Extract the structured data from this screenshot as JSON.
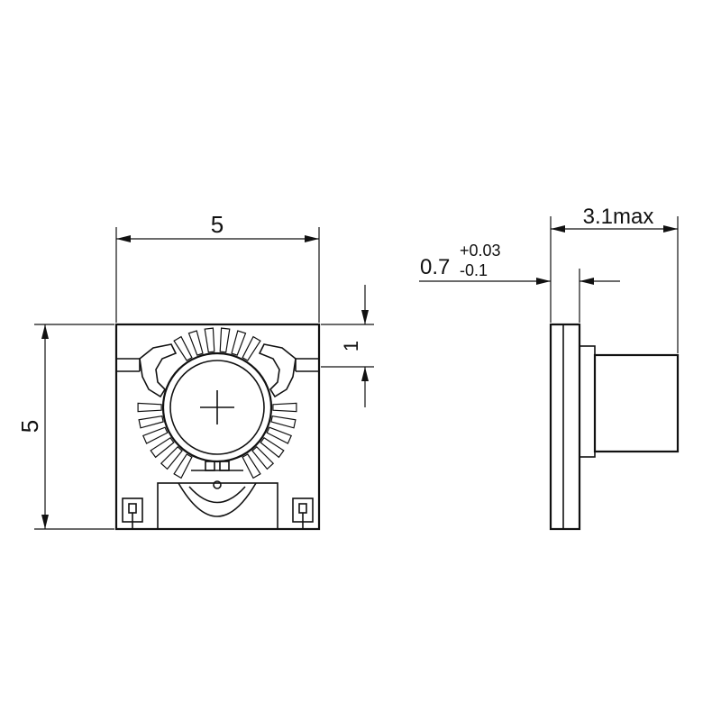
{
  "front_view": {
    "width_label": "5",
    "height_label": "5",
    "offset_label": "1"
  },
  "side_view": {
    "thickness_nominal": "0.7",
    "tolerance_plus": "+0.03",
    "tolerance_minus": "-0.1",
    "max_height_label": "3.1max"
  },
  "colors": {
    "line": "#111111",
    "background": "#ffffff"
  },
  "icons": {
    "center_mark": "crosshair-icon",
    "knob": "rotary-knob-icon"
  }
}
